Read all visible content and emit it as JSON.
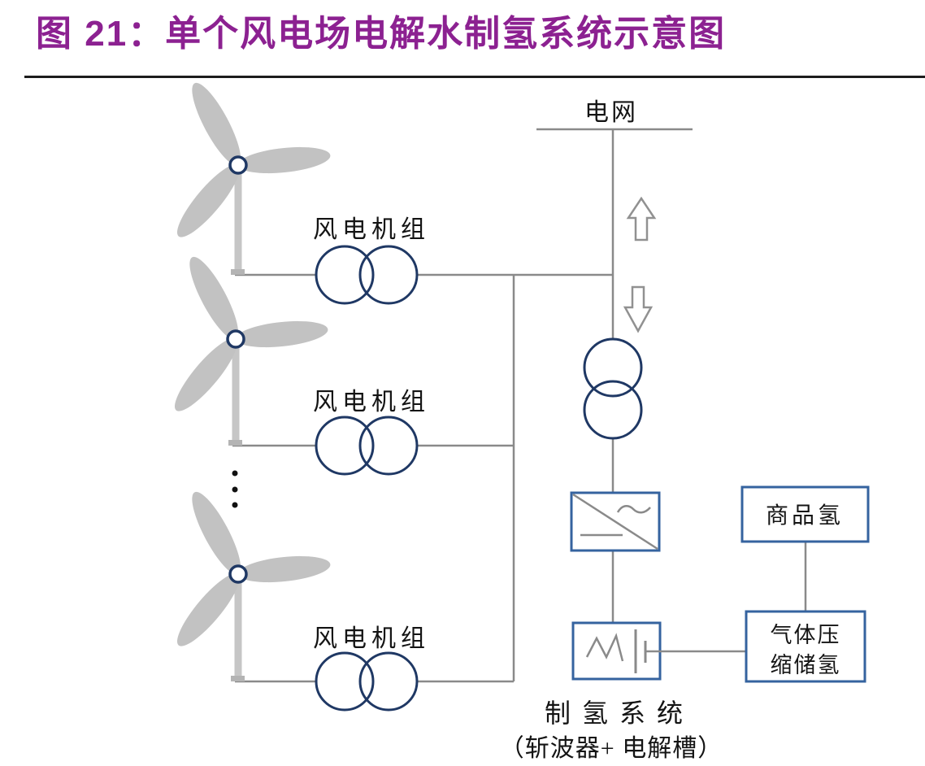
{
  "header": {
    "title": "图 21：单个风电场电解水制氢系统示意图"
  },
  "diagram": {
    "grid_label": "电网",
    "turbine_labels": [
      "风电机组",
      "风电机组",
      "风电机组"
    ],
    "hydrogen_system": {
      "line1": "制氢系统",
      "line2": "（斩波器+ 电解槽）"
    },
    "storage_box": {
      "line1": "气体压",
      "line2": "缩储氢"
    },
    "commodity_box": {
      "label": "商品氢"
    },
    "icons": {
      "wind_turbine": "wind-turbine-icon",
      "transformer": "two-circle-transformer-icon",
      "converter": "ac-dc-converter-icon",
      "chopper_electrolyzer": "chopper-electrolyzer-icon",
      "arrow_up": "hollow-up-arrow-icon",
      "arrow_down": "hollow-down-arrow-icon"
    },
    "colors": {
      "title_purple": "#8C2191",
      "rule_black": "#1C1C1C",
      "line_gray": "#8A8A8A",
      "arrow_gray": "#919191",
      "blade_gray": "#C2C2C2",
      "tower_gray": "#C6C6C6",
      "transformer_navy": "#1F3864",
      "box_blue": "#35639F",
      "text_black": "#141414",
      "background": "#FFFFFF"
    }
  }
}
